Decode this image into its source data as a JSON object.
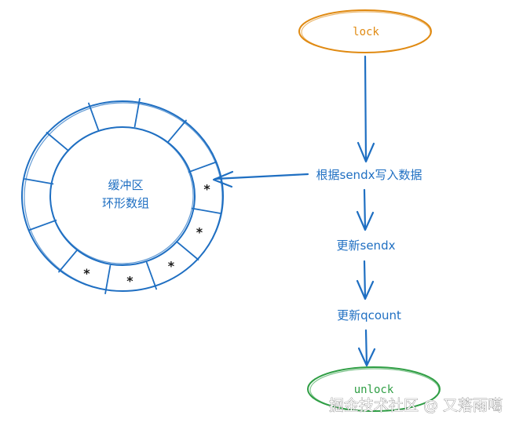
{
  "nodes": {
    "lock": "lock",
    "write": "根据sendx写入数据",
    "update_sendx": "更新sendx",
    "update_qcount": "更新qcount",
    "unlock": "unlock"
  },
  "buffer": {
    "line1": "缓冲区",
    "line2": "环形数组",
    "filled_mark": "*",
    "slot_count": 12,
    "filled_slots": 5
  },
  "watermark": "掘金技术社区 @ 又落雨噶",
  "colors": {
    "blue": "#1f6fc2",
    "lock_orange": "#e08a12",
    "unlock_green": "#2f9e44"
  }
}
